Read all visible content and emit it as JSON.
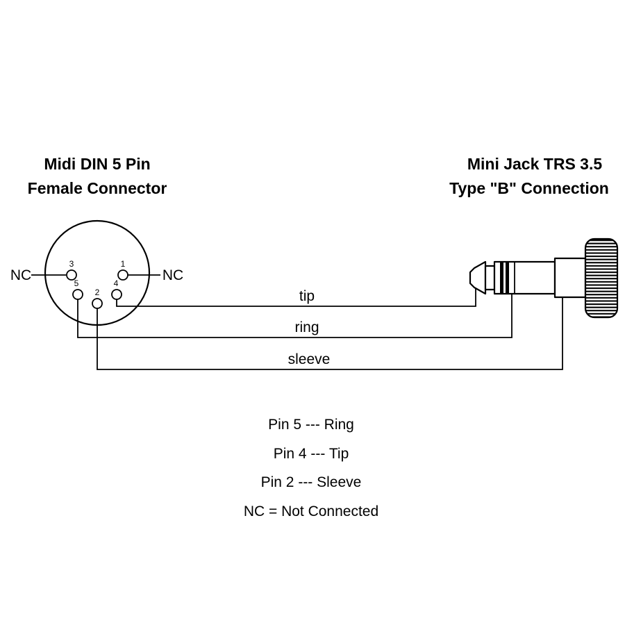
{
  "page": {
    "background": "#ffffff",
    "ink": "#000000"
  },
  "diagram": {
    "left_title": {
      "line1": "Midi DIN 5 Pin",
      "line2": "Female Connector"
    },
    "right_title": {
      "line1": "Mini Jack TRS 3.5",
      "line2": "Type \"B\" Connection"
    },
    "din_connector": {
      "nc_left": "NC",
      "nc_right": "NC",
      "pin_numbers": {
        "p1": "1",
        "p2": "2",
        "p3": "3",
        "p4": "4",
        "p5": "5"
      }
    },
    "wires": [
      {
        "label": "tip"
      },
      {
        "label": "ring"
      },
      {
        "label": "sleeve"
      }
    ],
    "legend": [
      "Pin 5 --- Ring",
      "Pin 4 --- Tip",
      "Pin 2 --- Sleeve",
      "NC = Not Connected"
    ]
  }
}
